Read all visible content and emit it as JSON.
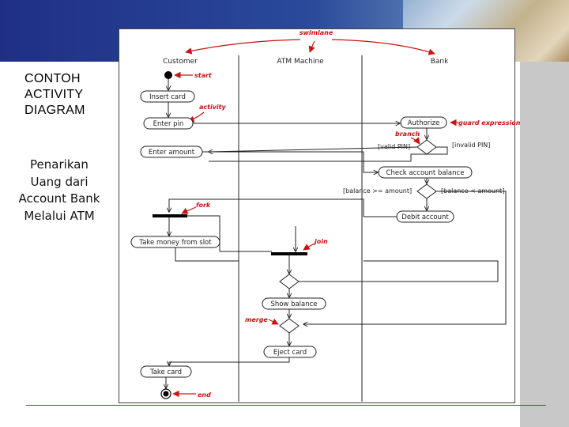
{
  "slide": {
    "title": "CONTOH ACTIVITY DIAGRAM",
    "subtitle": "Penarikan Uang dari Account Bank Melalui ATM"
  },
  "diagram": {
    "swimlanes": [
      "Customer",
      "ATM Machine",
      "Bank"
    ],
    "activities": {
      "insert_card": "Insert card",
      "enter_pin": "Enter pin",
      "authorize": "Authorize",
      "enter_amount": "Enter amount",
      "check_balance": "Check account balance",
      "debit_account": "Debit account",
      "take_money": "Take money from slot",
      "show_balance": "Show balance",
      "eject_card": "Eject card",
      "take_card": "Take card"
    },
    "guards": {
      "valid_pin": "[valid PIN]",
      "invalid_pin": "[invalid PIN]",
      "balance_ok": "[balance >= amount]",
      "balance_low": "[balance < amount]"
    },
    "annotations": {
      "swimlane": "swimlane",
      "start": "start",
      "activity": "activity",
      "guard_expression": "guard expression",
      "branch": "branch",
      "fork": "fork",
      "join": "join",
      "merge": "merge",
      "end": "end"
    }
  },
  "colors": {
    "annotation": "#cc1111",
    "band": "#1f2f86"
  }
}
